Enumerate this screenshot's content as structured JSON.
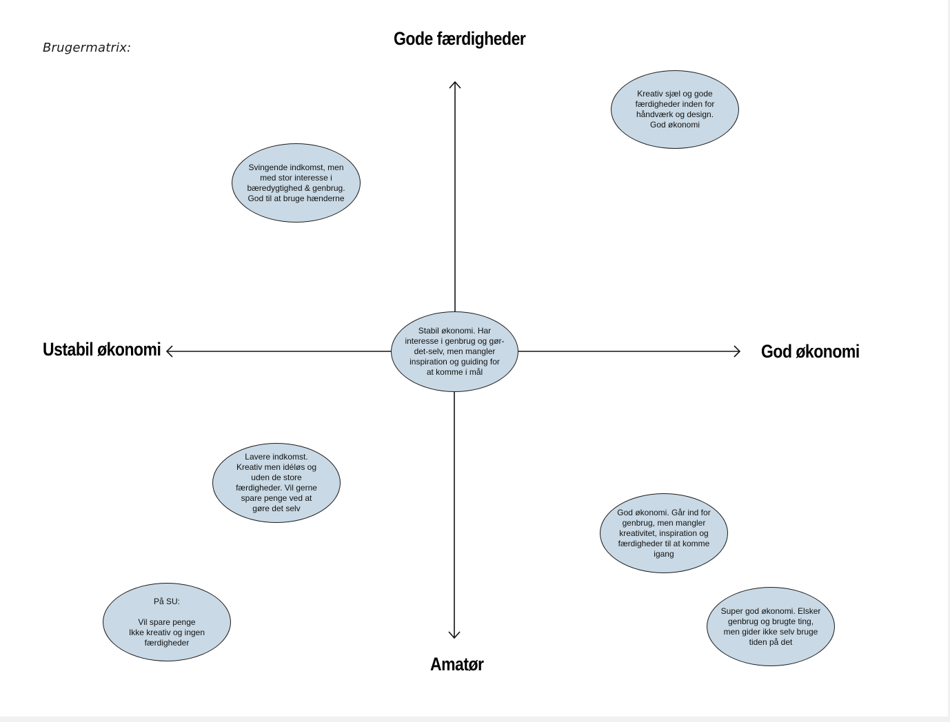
{
  "title": "Brugermatrix:",
  "axes": {
    "top": "Gode færdigheder",
    "bottom": "Amatør",
    "left": "Ustabil økonomi",
    "right": "God økonomi"
  },
  "personas": {
    "center": "Stabil økonomi. Har\ninteresse i genbrug og gør-\ndet-selv, men mangler\ninspiration og guiding for\nat komme i mål",
    "top_right": "Kreativ sjæl og gode\nfærdigheder inden for\nhåndværk og design.\nGod økonomi",
    "top_left": "Svingende indkomst, men\nmed stor interesse i\nbæredygtighed & genbrug.\nGod til at bruge hænderne",
    "bottom_left_upper": "Lavere indkomst.\nKreativ men idéløs og\nuden de store\nfærdigheder. Vil gerne\nspare penge ved at\ngøre det selv",
    "bottom_left_lower": "På SU:\n\nVil spare penge\nIkke kreativ og ingen\nfærdigheder",
    "bottom_right_upper": "God økonomi. Går ind for\ngenbrug, men mangler\nkreativitet, inspiration og\nfærdigheder til at komme\nigang",
    "bottom_right_lower": "Super god økonomi. Elsker\ngenbrug og brugte ting,\nmen gider ikke selv bruge\ntiden på det"
  },
  "colors": {
    "bubble_fill": "#c9d9e5",
    "stroke": "#1a1a1a"
  }
}
